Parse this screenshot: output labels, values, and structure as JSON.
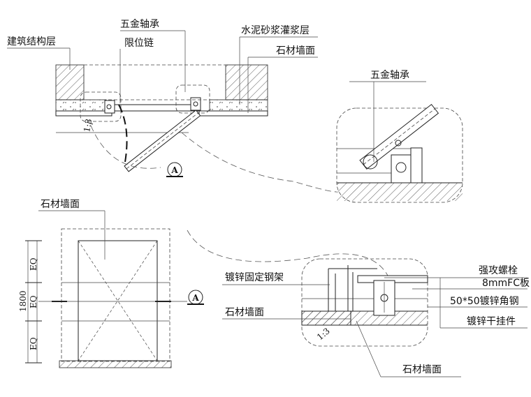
{
  "labels": {
    "structure_layer": "建筑结构层",
    "hardware_bearing_top": "五金轴承",
    "limit_chain": "限位链",
    "cement_mortar": "水泥砂浆灌浆层",
    "stone_wall_top": "石材墙面",
    "hardware_bearing_detail": "五金轴承",
    "stone_wall_elev": "石材墙面",
    "galv_frame": "镀锌固定钢架",
    "stone_wall_detail": "石材墙面",
    "self_tap_bolt": "强攻螺栓",
    "fc_board": "8mmFC板",
    "angle_steel": "50*50镀锌角钢",
    "dry_hanger": "镀锌干挂件",
    "stone_wall_bottom": "石材墙面"
  },
  "section_marker": "A",
  "dimensions": {
    "total": "1800",
    "eq": "EQ"
  },
  "small_marks": {
    "top_tick": "1:3",
    "bottom_tick": "1:3"
  }
}
